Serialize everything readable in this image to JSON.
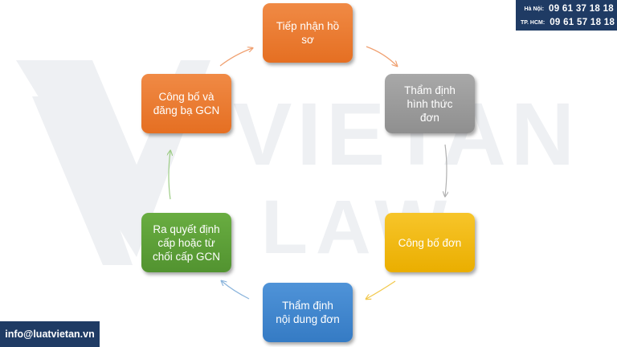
{
  "contact": {
    "hanoi_label": "Hà Nội:",
    "hanoi_phone": "09 61 37 18 18",
    "hcm_label": "TP. HCM:",
    "hcm_phone": "09 61 57 18 18",
    "email": "info@luatvietan.vn"
  },
  "watermark": {
    "line1": "VIETAN",
    "line2": "LAW"
  },
  "nodes": [
    {
      "id": "tiep-nhan",
      "label": "Tiếp nhận hồ\nsơ",
      "color": "#ee7b33"
    },
    {
      "id": "tham-dinh-hinh-thuc",
      "label": "Thẩm định\nhình thức\nđơn",
      "color": "#9b9b9b"
    },
    {
      "id": "cong-bo-don",
      "label": "Công bố đơn",
      "color": "#f2b705"
    },
    {
      "id": "tham-dinh-noi-dung",
      "label": "Thẩm định\nnội dung đơn",
      "color": "#3f83cc"
    },
    {
      "id": "ra-quyet-dinh",
      "label": "Ra quyết định\ncấp hoặc từ\nchối cấp GCN",
      "color": "#5c9e35"
    },
    {
      "id": "cong-bo-dang-ba",
      "label": "Công bố và\nđăng bạ GCN",
      "color": "#ee7b33"
    }
  ],
  "colors": {
    "contact_bg": "#1f3b64",
    "watermark": "#eef0f3"
  }
}
